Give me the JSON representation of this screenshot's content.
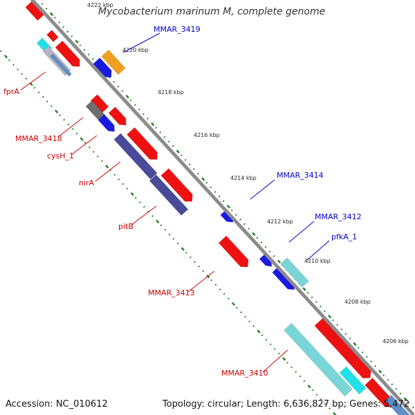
{
  "title": "Mycobacterium marinum M, complete genome",
  "footer": {
    "accession": "Accession: NC_010612",
    "summary": "Topology: circular; Length: 6,636,827 bp; Genes: 5,472"
  },
  "colors": {
    "backbone": "#8c8c8c",
    "tick": "#1e7d1e",
    "forward_label": "#0000cc",
    "reverse_label": "#cc0000",
    "scale_label": "#222222"
  },
  "scale_marks": [
    "4222 kbp",
    "4220 kbp",
    "4218 kbp",
    "4216 kbp",
    "4214 kbp",
    "4212 kbp",
    "4210 kbp",
    "4208 kbp",
    "4206 kbp"
  ],
  "gene_labels": {
    "MMAR_3419": "MMAR_3419",
    "MMAR_3414": "MMAR_3414",
    "MMAR_3412": "MMAR_3412",
    "pfkA_1": "pfkA_1",
    "fprA": "fprA",
    "MMAR_3418": "MMAR_3418",
    "cysH_1": "cysH_1",
    "nirA": "nirA",
    "pitB": "pitB",
    "MMAR_3413": "MMAR_3413",
    "MMAR_3410": "MMAR_3410"
  },
  "feature_colors": {
    "cds_reverse": "#ee1111",
    "cds_forward": "#1a1ae0",
    "rna": "#7ad6d6",
    "cyan": "#22e0e8",
    "purple": "#4a4a9a",
    "dark_gray": "#6e6e6e",
    "light_gray": "#b5b5c5",
    "steel_blue": "#5f8fc8",
    "orange": "#f0a020"
  }
}
